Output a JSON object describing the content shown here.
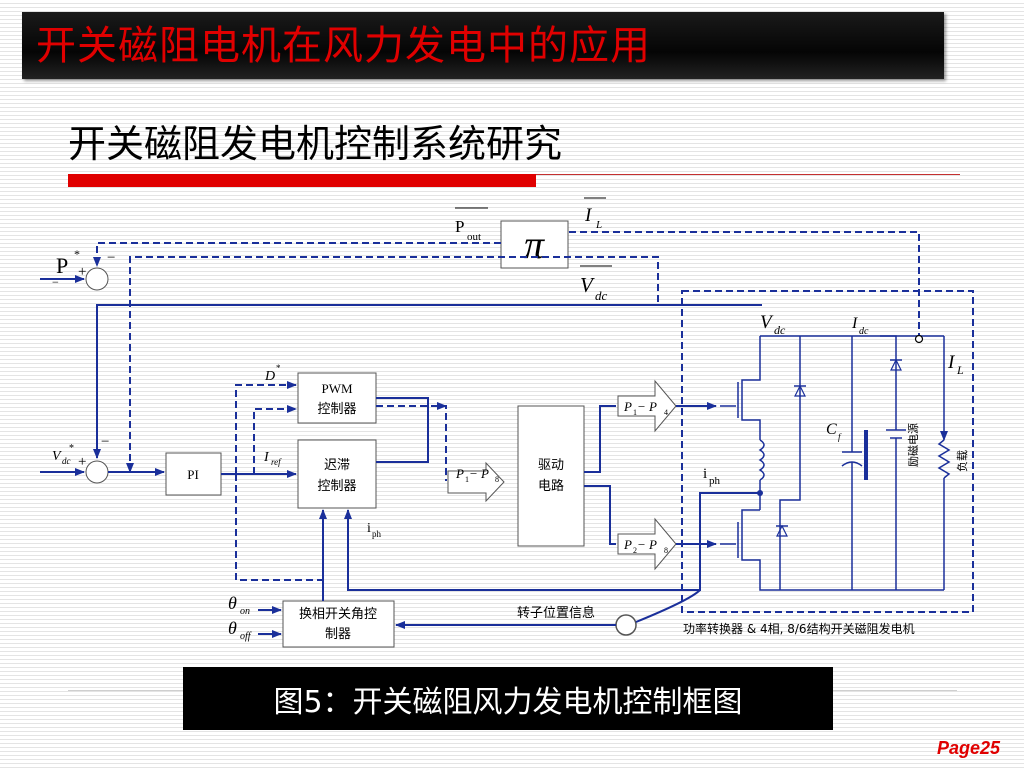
{
  "header": {
    "title": "开关磁阻电机在风力发电中的应用",
    "subtitle": "开关磁阻发电机控制系统研究"
  },
  "diagram": {
    "pi_symbol": "π",
    "p_out": "P",
    "p_out_sub": "out",
    "i_l": "I",
    "i_l_sub": "L",
    "v_dc": "V",
    "v_dc_sub": "dc",
    "p_star": "P",
    "star": "*",
    "plus": "+",
    "minus": "−",
    "minus_small": "−",
    "vdc_star": "V",
    "vdc_star_sub": "dc",
    "d_star": "D",
    "pwm_line1": "PWM",
    "pwm_line2": "控制器",
    "hyst_line1": "迟滞",
    "hyst_line2": "控制器",
    "i_ref": "I",
    "i_ref_sub": "ref",
    "pi_block": "PI",
    "p1_p8_a": "P",
    "p1_p8_b": "1",
    "p1_p8_c": " − P",
    "p1_p8_d": "8",
    "driver_line1": "驱动",
    "driver_line2": "电路",
    "p1_p4_a": "P",
    "p1_p4_b": "1",
    "p1_p4_c": " − P",
    "p1_p4_d": "4",
    "p2_p8_a": "P",
    "p2_p8_b": "2",
    "p2_p8_c": " − P",
    "p2_p8_d": "8",
    "i_ph_1": "i",
    "i_ph_1_sub": "ph",
    "i_ph_2": "i",
    "i_ph_2_sub": "ph",
    "vdc_conv": "V",
    "vdc_conv_sub": "dc",
    "idc": "I",
    "idc_sub": "dc",
    "il_conv": "I",
    "il_conv_sub": "L",
    "cf": "C",
    "cf_sub": "f",
    "excitation": "励磁电源",
    "load": "负载",
    "theta": "θ",
    "theta_on_sub": "on",
    "theta_off_sub": "off",
    "commutation_line1": "换相开关角控",
    "commutation_line2": "制器",
    "rotor_position": "转子位置信息",
    "converter_caption": "功率转换器 & 4相, 8/6结构开关磁阻发电机"
  },
  "caption": "图5：开关磁阻风力发电机控制框图",
  "footer": {
    "page": "Page25"
  },
  "colors": {
    "accent_red": "#e00000",
    "wire_blue": "#1a2f9a",
    "title_bg": "#000000"
  }
}
